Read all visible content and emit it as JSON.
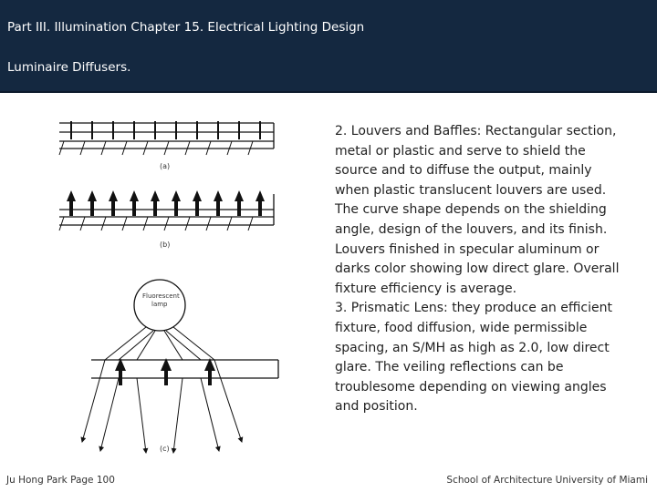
{
  "header": {
    "title": "Part III. Illumination Chapter 15. Electrical Lighting Design",
    "subtitle": "Luminaire Diffusers."
  },
  "figure": {
    "label_a": "(a)",
    "label_b": "(b)",
    "lamp_label_line1": "Fluorescent",
    "lamp_label_line2": "lamp",
    "label_c": "(c)"
  },
  "body": {
    "paragraph_1": "2. Louvers and Baffles: Rectangular section, metal or plastic and serve to shield the source and to diffuse the output, mainly when plastic translucent louvers are used. The curve shape depends on the shielding angle, design of the louvers, and its finish. Louvers finished in specular aluminum or darks color showing low direct glare. Overall fixture efficiency is average.",
    "paragraph_2": "3. Prismatic Lens: they produce an efficient fixture, food diffusion, wide permissible spacing, an S/MH as high as 2.0, low direct glare. The veiling reflections can be troublesome depending on viewing angles and position."
  },
  "footer": {
    "left": "Ju Hong Park Page 100",
    "right": "School of Architecture University of Miami"
  },
  "colors": {
    "header_bg": "#142840",
    "header_text": "#ffffff",
    "body_text": "#222222"
  }
}
